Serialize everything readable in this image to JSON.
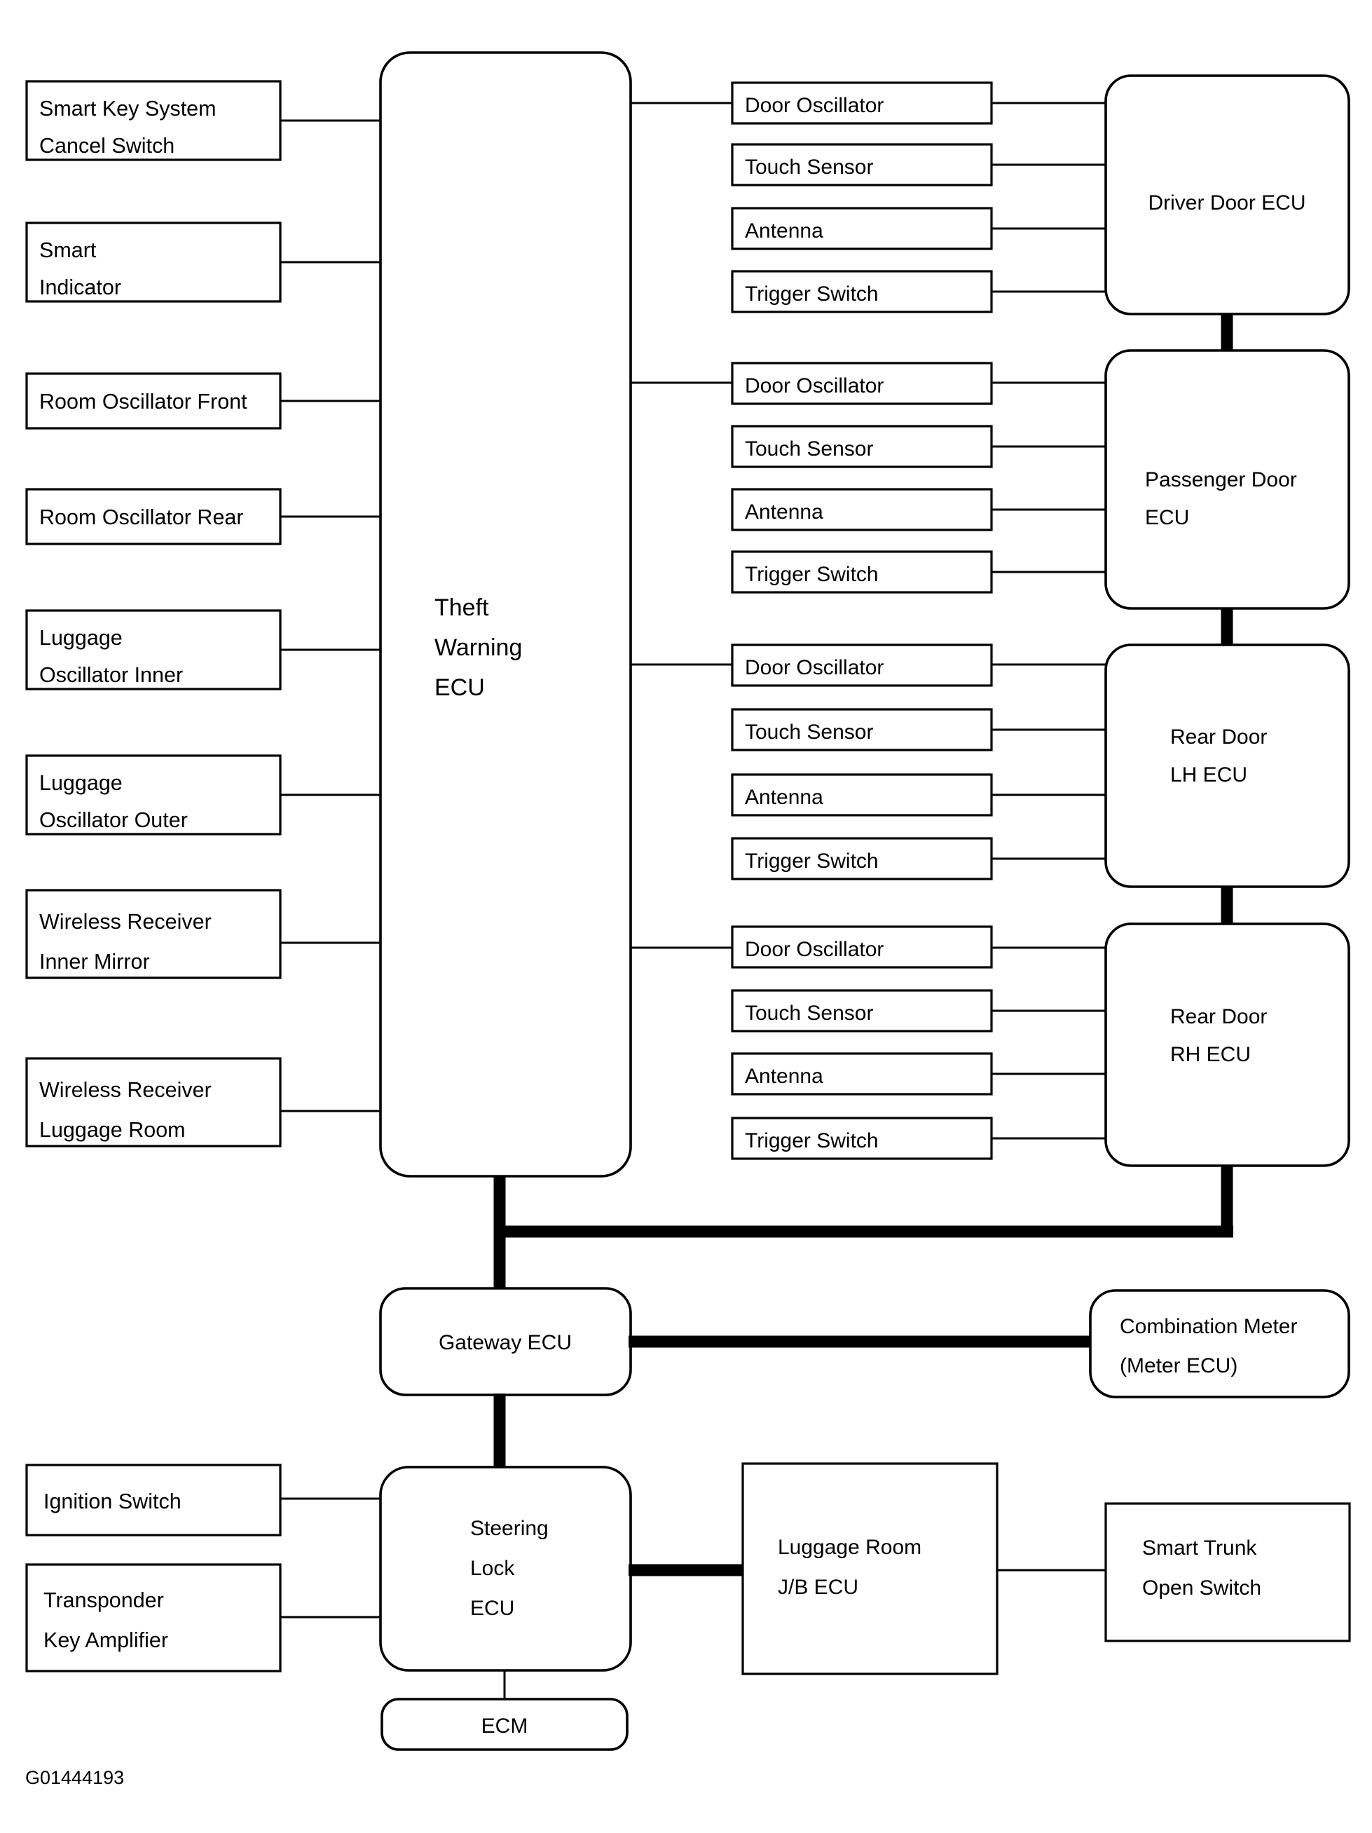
{
  "diagram": {
    "figure_code": "G01444193",
    "central_ecu": {
      "line1": "Theft",
      "line2": "Warning",
      "line3": "ECU"
    },
    "left_inputs": [
      {
        "line1": "Smart Key System",
        "line2": "Cancel Switch"
      },
      {
        "line1": "Smart",
        "line2": "Indicator"
      },
      {
        "line1": "Room Oscillator Front",
        "line2": ""
      },
      {
        "line1": "Room Oscillator Rear",
        "line2": ""
      },
      {
        "line1": "Luggage",
        "line2": "Oscillator Inner"
      },
      {
        "line1": "Luggage",
        "line2": "Oscillator Outer"
      },
      {
        "line1": "Wireless Receiver",
        "line2": "Inner Mirror"
      },
      {
        "line1": "Wireless Receiver",
        "line2": "Luggage Room"
      }
    ],
    "door_groups": [
      {
        "ecu_line1": "Driver Door ECU",
        "ecu_line2": "",
        "sensors": [
          "Door Oscillator",
          "Touch Sensor",
          "Antenna",
          "Trigger Switch"
        ]
      },
      {
        "ecu_line1": "Passenger Door",
        "ecu_line2": "ECU",
        "sensors": [
          "Door Oscillator",
          "Touch Sensor",
          "Antenna",
          "Trigger Switch"
        ]
      },
      {
        "ecu_line1": "Rear Door",
        "ecu_line2": "LH ECU",
        "sensors": [
          "Door Oscillator",
          "Touch Sensor",
          "Antenna",
          "Trigger Switch"
        ]
      },
      {
        "ecu_line1": "Rear Door",
        "ecu_line2": "RH ECU",
        "sensors": [
          "Door Oscillator",
          "Touch Sensor",
          "Antenna",
          "Trigger Switch"
        ]
      }
    ],
    "gateway_ecu": "Gateway ECU",
    "combination_meter": {
      "line1": "Combination Meter",
      "line2": "(Meter ECU)"
    },
    "steering_lock_ecu": {
      "line1": "Steering",
      "line2": "Lock",
      "line3": "ECU"
    },
    "ecm": "ECM",
    "luggage_jb_ecu": {
      "line1": "Luggage Room",
      "line2": "J/B ECU"
    },
    "smart_trunk": {
      "line1": "Smart Trunk",
      "line2": "Open Switch"
    },
    "bottom_inputs": [
      {
        "line1": "Ignition Switch",
        "line2": ""
      },
      {
        "line1": "Transponder",
        "line2": "Key Amplifier"
      }
    ],
    "colors": {
      "line": "#000000",
      "fill": "#ffffff",
      "bus": "#000000"
    }
  }
}
